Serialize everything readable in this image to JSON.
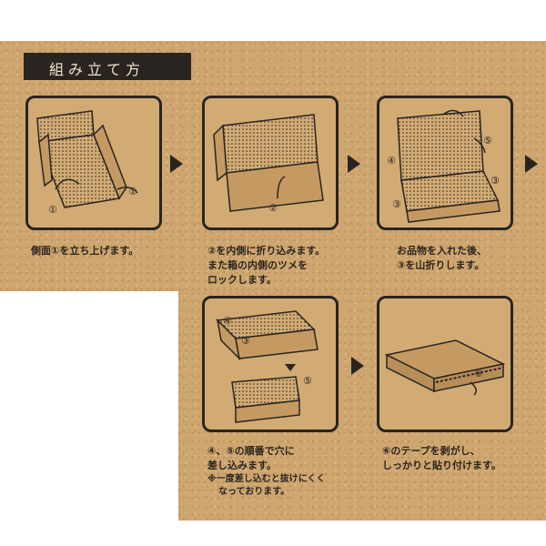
{
  "title": "組み立て方",
  "steps": [
    {
      "caption_lines": [
        "側面①を立ち上げます。"
      ],
      "markers": [
        "①",
        "①"
      ]
    },
    {
      "caption_lines": [
        "②を内側に折り込みます。",
        "また箱の内側のツメを",
        "ロックします。"
      ],
      "markers": [
        "②"
      ]
    },
    {
      "caption_lines": [
        "お品物を入れた後、",
        "③を山折りします。"
      ],
      "markers": [
        "④",
        "⑤",
        "③",
        "③"
      ]
    },
    {
      "caption_lines": [
        "④、⑤の順番で穴に",
        "差し込みます。"
      ],
      "note_lines": [
        "※一度差し込むと抜けにくく",
        "なっております。"
      ],
      "markers": [
        "④",
        "③",
        "⑤"
      ]
    },
    {
      "caption_lines": [
        "⑥のテープを剥がし、",
        "しっかりと貼り付けます。"
      ],
      "markers": [
        "⑥"
      ]
    }
  ],
  "colors": {
    "kraft": "#cfa66f",
    "ink": "#2a2420",
    "panel": "#d2ab74"
  }
}
